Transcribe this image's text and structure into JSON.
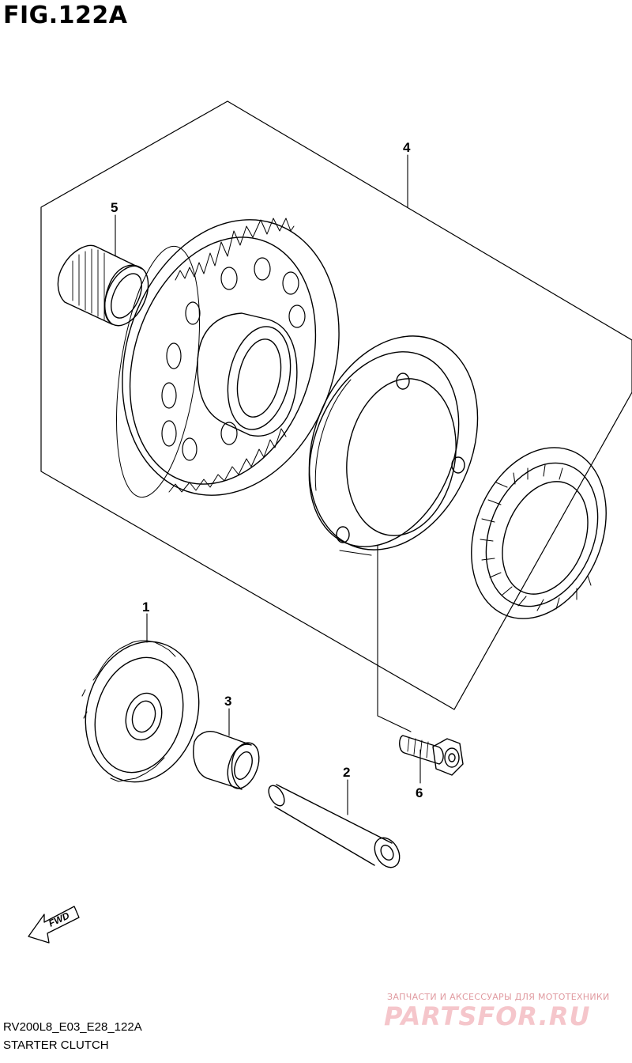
{
  "figure": {
    "title": "FIG.122A",
    "code": "RV200L8_E03_E28_122A",
    "caption": "STARTER CLUTCH"
  },
  "callouts": [
    "1",
    "2",
    "3",
    "4",
    "5",
    "6"
  ],
  "fwd_label": "FWD",
  "watermark": {
    "tagline": "ЗАПЧАСТИ И АКСЕССУАРЫ ДЛЯ МОТОТЕХНИКИ",
    "logo": "PARTSFOR.RU"
  },
  "colors": {
    "line": "#000000",
    "background": "#ffffff",
    "watermark": "#f5c6cb"
  }
}
